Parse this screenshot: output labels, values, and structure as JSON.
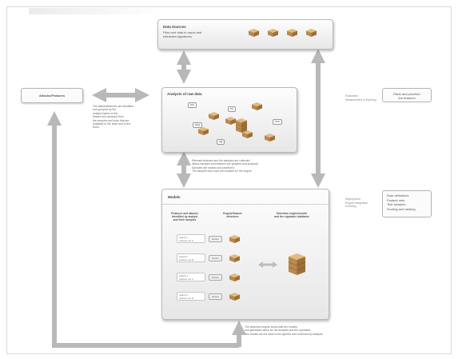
{
  "colors": {
    "arrow": "#b8b8b8",
    "panel_border": "#b9b9b9",
    "cube_top": "#e2bb82",
    "cube_left": "#b9894e",
    "cube_right": "#9c6f38"
  },
  "workflow": {
    "main_box": {
      "label": "Attacks/Features"
    },
    "top_panel": {
      "title": "Data Sources",
      "subtitle_lines": [
        "Files and data in repos and",
        "extracted signatures"
      ]
    },
    "middle_panel": {
      "title": "Analysis of raw data",
      "tags": [
        "bin",
        "txt",
        "exe",
        "sig",
        "pkg"
      ]
    },
    "left_text": [
      "The attacks/features are identified",
      "and grouped by the",
      "analyst based on the",
      "feature set extracted from",
      "the samples and tools that are",
      "available to the team and to the",
      "team."
    ],
    "mid_text": [
      "Relevant features and the samples are collected",
      "Attack samples and features are grouped and analyzed",
      "Samples are ranked and prioritized",
      "The samples and tools are bundled for the engine"
    ],
    "right_upper": {
      "side_label": [
        "Evaluation",
        "Measurement & Ranking"
      ],
      "box_lines": [
        "Rank and prioritize",
        "the features"
      ]
    },
    "bottom_panel": {
      "title": "Models",
      "col_heads": [
        [
          "Features and attacks",
          "identified by analyst",
          "and their samples"
        ],
        [
          "Engine/feature",
          "detectors"
        ],
        [
          "Detection engine/model",
          "and the signature database"
        ]
      ],
      "rows": [
        {
          "card": [
            "Attack 1",
            "Feature set A"
          ],
          "btn": "Detect"
        },
        {
          "card": [
            "Attack 2",
            "Feature set B"
          ],
          "btn": "Detect"
        },
        {
          "card": [
            "Attack 3",
            "Feature set C"
          ],
          "btn": "Detect"
        },
        {
          "card": [
            "Attack 4",
            "Feature set D"
          ],
          "btn": "Detect"
        }
      ]
    },
    "right_lower": {
      "side_label": [
        "Deployment",
        "Engine integration",
        "& testing"
      ],
      "box_lines": [
        "Rule definitions",
        "Feature sets",
        "Test samples",
        "Scoring and ranking"
      ]
    },
    "bottom_text": [
      "The detection engine works with the models",
      "and generates alerts for the analysts and the operators",
      "The results are fed back to the pipeline and reviewed by analysts"
    ]
  }
}
